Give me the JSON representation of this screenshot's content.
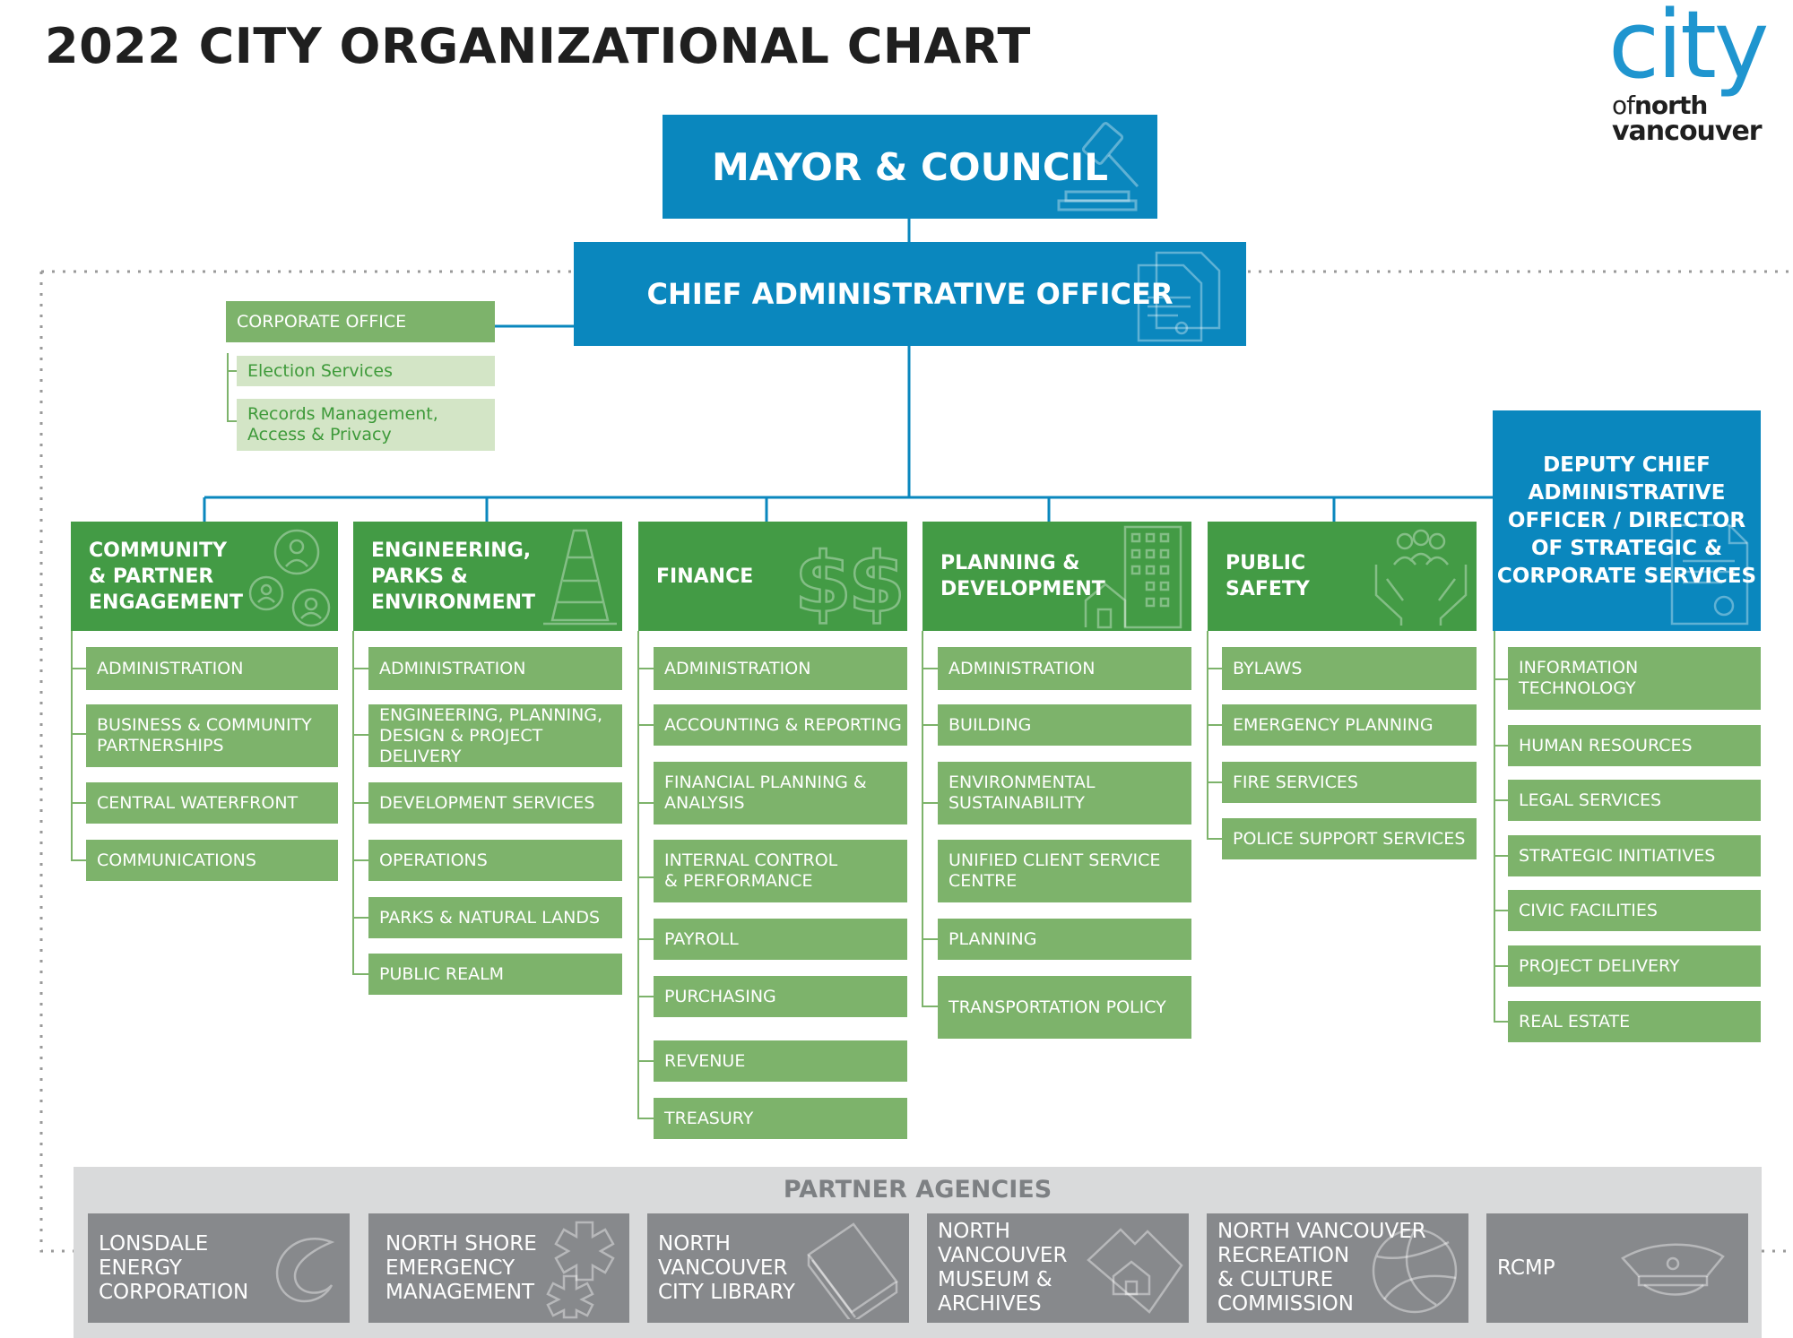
{
  "title": "2022 CITY ORGANIZATIONAL CHART",
  "logo": {
    "line1": "city",
    "line2a": "of",
    "line2b": "north",
    "line3": "vancouver"
  },
  "mayor": "MAYOR & COUNCIL",
  "cao": "CHIEF ADMINISTRATIVE OFFICER",
  "corporate_office": {
    "label": "CORPORATE OFFICE",
    "items": [
      "Election Services",
      "Records Management,\nAccess & Privacy"
    ]
  },
  "departments": [
    {
      "name": "COMMUNITY\n& PARTNER\nENGAGEMENT",
      "icon": "people-network-icon",
      "items": [
        "ADMINISTRATION",
        "BUSINESS & COMMUNITY\nPARTNERSHIPS",
        "CENTRAL WATERFRONT",
        "COMMUNICATIONS"
      ]
    },
    {
      "name": "ENGINEERING,\nPARKS &\nENVIRONMENT",
      "icon": "traffic-cone-icon",
      "items": [
        "ADMINISTRATION",
        "ENGINEERING, PLANNING,\nDESIGN & PROJECT DELIVERY",
        "DEVELOPMENT SERVICES",
        "OPERATIONS",
        "PARKS & NATURAL LANDS",
        "PUBLIC REALM"
      ]
    },
    {
      "name": "FINANCE",
      "icon": "dollar-signs-icon",
      "items": [
        "ADMINISTRATION",
        "ACCOUNTING & REPORTING",
        "FINANCIAL PLANNING &\nANALYSIS",
        "INTERNAL CONTROL\n& PERFORMANCE",
        "PAYROLL",
        "PURCHASING",
        "REVENUE",
        "TREASURY"
      ]
    },
    {
      "name": "PLANNING &\nDEVELOPMENT",
      "icon": "buildings-icon",
      "items": [
        "ADMINISTRATION",
        "BUILDING",
        "ENVIRONMENTAL\nSUSTAINABILITY",
        "UNIFIED CLIENT SERVICE\nCENTRE",
        "PLANNING",
        "TRANSPORTATION POLICY"
      ]
    },
    {
      "name": "PUBLIC\nSAFETY",
      "icon": "hands-people-icon",
      "items": [
        "BYLAWS",
        "EMERGENCY PLANNING",
        "FIRE SERVICES",
        "POLICE SUPPORT SERVICES"
      ]
    }
  ],
  "deputy": {
    "name": "DEPUTY CHIEF\nADMINISTRATIVE\nOFFICER / DIRECTOR\nOF STRATEGIC &\nCORPORATE SERVICES",
    "icon": "certificate-icon",
    "items": [
      "INFORMATION\nTECHNOLOGY",
      "HUMAN RESOURCES",
      "LEGAL SERVICES",
      "STRATEGIC INITIATIVES",
      "CIVIC FACILITIES",
      "PROJECT DELIVERY",
      "REAL ESTATE"
    ]
  },
  "partner_agencies": {
    "title": "PARTNER AGENCIES",
    "items": [
      {
        "label": "LONSDALE\nENERGY\nCORPORATION",
        "icon": "swirl-icon"
      },
      {
        "label": "NORTH SHORE\nEMERGENCY\nMANAGEMENT",
        "icon": "star-of-life-icon"
      },
      {
        "label": "NORTH\nVANCOUVER\nCITY LIBRARY",
        "icon": "book-icon"
      },
      {
        "label": "NORTH\nVANCOUVER\nMUSEUM &\nARCHIVES",
        "icon": "folder-house-icon"
      },
      {
        "label": "NORTH VANCOUVER\nRECREATION\n& CULTURE\nCOMMISSION",
        "icon": "ball-icon"
      },
      {
        "label": "RCMP",
        "icon": "police-hat-icon"
      }
    ]
  }
}
